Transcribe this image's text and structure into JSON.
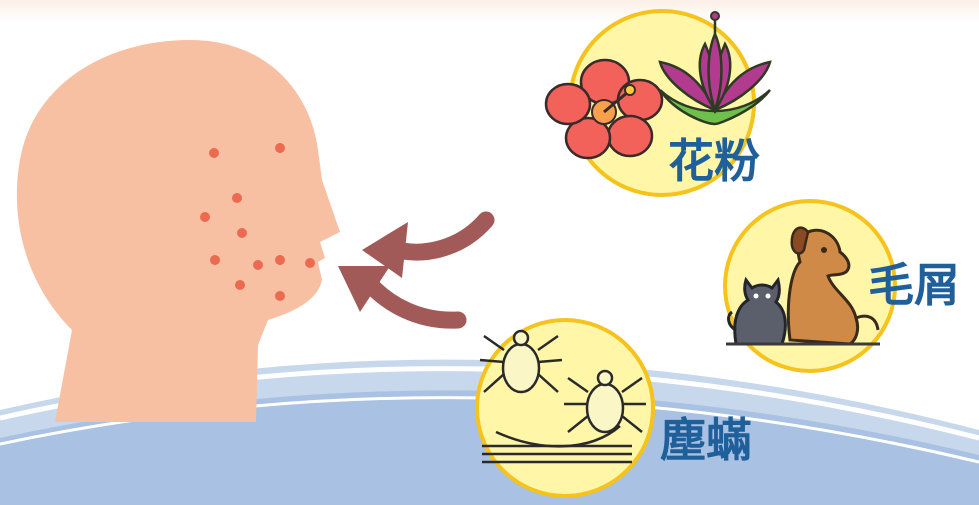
{
  "labels": {
    "pollen": "花粉",
    "pet_dander": "毛屑",
    "dust_mites": "塵蟎"
  },
  "icons": {
    "face": "face-with-rash-icon",
    "arrows": "inhale-arrow-icon",
    "pollen": "flowers-icon",
    "pet_dander": "cat-and-dog-icon",
    "dust_mites": "dust-mites-icon"
  },
  "colors": {
    "skin": "#f7c0a2",
    "rash_dots": "#ec6a4f",
    "arrow": "#a15a57",
    "circle_fill": "#fff6a8",
    "circle_stroke": "#f6c21c",
    "label_text": "#1f5f9a",
    "wave": "#9eb8dc"
  }
}
